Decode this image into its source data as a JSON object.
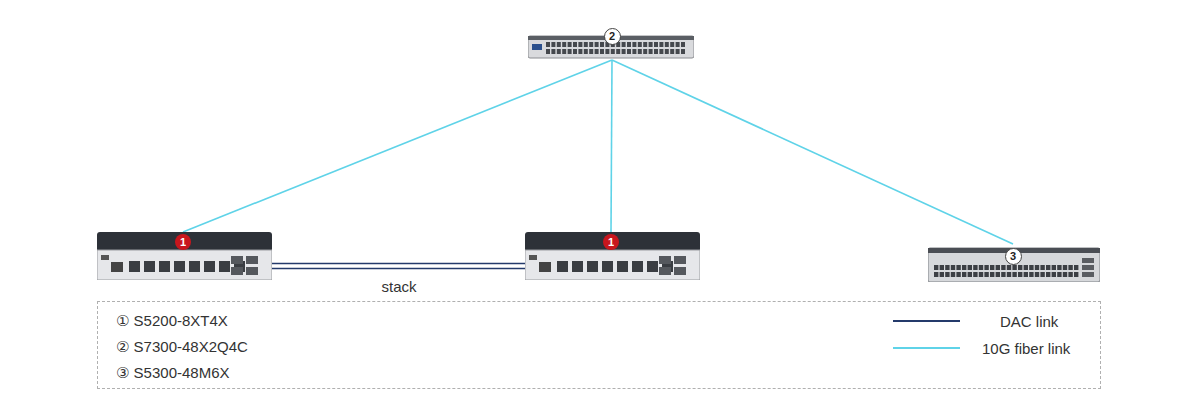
{
  "diagram": {
    "nodes": [
      {
        "text": [
          "2"
        ]
      },
      {
        "text": [
          "1"
        ]
      },
      {
        "text": [
          "1"
        ]
      },
      {
        "text": [
          "3"
        ]
      }
    ],
    "edges": [
      {
        "from": 0,
        "to": 1,
        "arrow": "none"
      },
      {
        "from": 0,
        "to": 2,
        "arrow": "none"
      },
      {
        "from": 0,
        "to": 3,
        "arrow": "none"
      },
      {
        "from": 1,
        "to": 2,
        "arrow": "none",
        "label": "stack"
      }
    ],
    "legend": [
      {
        "text": "① S5200-8XT4X"
      },
      {
        "text": "② S7300-48X2Q4C"
      },
      {
        "text": "③ S5300-48M6X"
      },
      {
        "text": "DAC link"
      },
      {
        "text": "10G fiber link"
      }
    ]
  }
}
